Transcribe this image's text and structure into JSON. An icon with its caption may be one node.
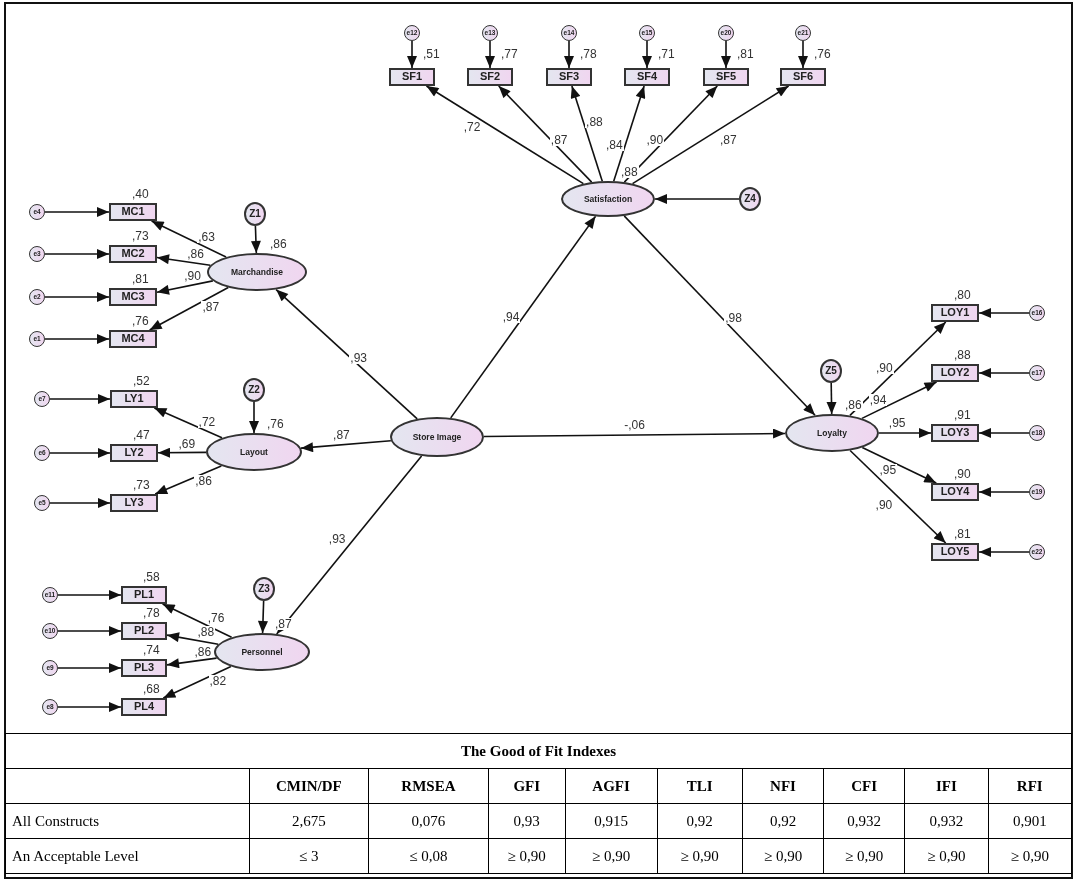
{
  "diagram": {
    "nodes": [
      {
        "text": [
          "e12"
        ]
      },
      {
        "text": [
          "e13"
        ]
      },
      {
        "text": [
          "e14"
        ]
      },
      {
        "text": [
          "e15"
        ]
      },
      {
        "text": [
          "e20"
        ]
      },
      {
        "text": [
          "e21"
        ]
      },
      {
        "text": [
          "SF1"
        ],
        "beside": [
          ",51"
        ]
      },
      {
        "text": [
          "SF2"
        ],
        "beside": [
          ",77"
        ]
      },
      {
        "text": [
          "SF3"
        ],
        "beside": [
          ",78"
        ]
      },
      {
        "text": [
          "SF4"
        ],
        "beside": [
          ",71"
        ]
      },
      {
        "text": [
          "SF5"
        ],
        "beside": [
          ",81"
        ]
      },
      {
        "text": [
          "SF6"
        ],
        "beside": [
          ",76"
        ]
      },
      {
        "text": [
          "Satisfaction"
        ],
        "beside": [
          ",88"
        ]
      },
      {
        "text": [
          "Z4"
        ]
      },
      {
        "text": [
          "e4"
        ]
      },
      {
        "text": [
          "e3"
        ]
      },
      {
        "text": [
          "e2"
        ]
      },
      {
        "text": [
          "e1"
        ]
      },
      {
        "text": [
          "MC1"
        ],
        "beside": [
          ",40"
        ]
      },
      {
        "text": [
          "MC2"
        ],
        "beside": [
          ",73"
        ]
      },
      {
        "text": [
          "MC3"
        ],
        "beside": [
          ",81"
        ]
      },
      {
        "text": [
          "MC4"
        ],
        "beside": [
          ",76"
        ]
      },
      {
        "text": [
          "Z1"
        ]
      },
      {
        "text": [
          "Marchandise"
        ],
        "beside": [
          ",86"
        ]
      },
      {
        "text": [
          "e7"
        ]
      },
      {
        "text": [
          "e6"
        ]
      },
      {
        "text": [
          "e5"
        ]
      },
      {
        "text": [
          "LY1"
        ],
        "beside": [
          ",52"
        ]
      },
      {
        "text": [
          "LY2"
        ],
        "beside": [
          ",47"
        ]
      },
      {
        "text": [
          "LY3"
        ],
        "beside": [
          ",73"
        ]
      },
      {
        "text": [
          "Z2"
        ]
      },
      {
        "text": [
          "Layout"
        ],
        "beside": [
          ",76"
        ]
      },
      {
        "text": [
          "Store Image"
        ]
      },
      {
        "text": [
          "Loyalty"
        ],
        "beside": [
          ",86"
        ]
      },
      {
        "text": [
          "Z5"
        ]
      },
      {
        "text": [
          "LOY1"
        ],
        "beside": [
          ",80"
        ]
      },
      {
        "text": [
          "LOY2"
        ],
        "beside": [
          ",88"
        ]
      },
      {
        "text": [
          "LOY3"
        ],
        "beside": [
          ",91"
        ]
      },
      {
        "text": [
          "LOY4"
        ],
        "beside": [
          ",90"
        ]
      },
      {
        "text": [
          "LOY5"
        ],
        "beside": [
          ",81"
        ]
      },
      {
        "text": [
          "e16"
        ]
      },
      {
        "text": [
          "e17"
        ]
      },
      {
        "text": [
          "e18"
        ]
      },
      {
        "text": [
          "e19"
        ]
      },
      {
        "text": [
          "e22"
        ]
      },
      {
        "text": [
          "e11"
        ]
      },
      {
        "text": [
          "e10"
        ]
      },
      {
        "text": [
          "e9"
        ]
      },
      {
        "text": [
          "e8"
        ]
      },
      {
        "text": [
          "PL1"
        ],
        "beside": [
          ",58"
        ]
      },
      {
        "text": [
          "PL2"
        ],
        "beside": [
          ",78"
        ]
      },
      {
        "text": [
          "PL3"
        ],
        "beside": [
          ",74"
        ]
      },
      {
        "text": [
          "PL4"
        ],
        "beside": [
          ",68"
        ]
      },
      {
        "text": [
          "Z3"
        ]
      },
      {
        "text": [
          "Personnel"
        ],
        "beside": [
          ",87"
        ]
      }
    ],
    "edges": [
      {
        "from": 0,
        "to": 6,
        "arrow": "to"
      },
      {
        "from": 1,
        "to": 7,
        "arrow": "to"
      },
      {
        "from": 2,
        "to": 8,
        "arrow": "to"
      },
      {
        "from": 3,
        "to": 9,
        "arrow": "to"
      },
      {
        "from": 4,
        "to": 10,
        "arrow": "to"
      },
      {
        "from": 5,
        "to": 11,
        "arrow": "to"
      },
      {
        "from": 12,
        "to": 6,
        "arrow": "to",
        "label": ",72"
      },
      {
        "from": 12,
        "to": 7,
        "arrow": "to",
        "label": ",87"
      },
      {
        "from": 12,
        "to": 8,
        "arrow": "to",
        "label": ",88"
      },
      {
        "from": 12,
        "to": 9,
        "arrow": "to",
        "label": ",84"
      },
      {
        "from": 12,
        "to": 10,
        "arrow": "to",
        "label": ",90"
      },
      {
        "from": 12,
        "to": 11,
        "arrow": "to",
        "label": ",87"
      },
      {
        "from": 13,
        "to": 12,
        "arrow": "to"
      },
      {
        "from": 14,
        "to": 18,
        "arrow": "to"
      },
      {
        "from": 15,
        "to": 19,
        "arrow": "to"
      },
      {
        "from": 16,
        "to": 20,
        "arrow": "to"
      },
      {
        "from": 17,
        "to": 21,
        "arrow": "to"
      },
      {
        "from": 23,
        "to": 18,
        "arrow": "to",
        "label": ",63"
      },
      {
        "from": 23,
        "to": 19,
        "arrow": "to",
        "label": ",86"
      },
      {
        "from": 23,
        "to": 20,
        "arrow": "to",
        "label": ",90"
      },
      {
        "from": 23,
        "to": 21,
        "arrow": "to",
        "label": ",87"
      },
      {
        "from": 22,
        "to": 23,
        "arrow": "to"
      },
      {
        "from": 24,
        "to": 27,
        "arrow": "to"
      },
      {
        "from": 25,
        "to": 28,
        "arrow": "to"
      },
      {
        "from": 26,
        "to": 29,
        "arrow": "to"
      },
      {
        "from": 31,
        "to": 27,
        "arrow": "to",
        "label": ",72"
      },
      {
        "from": 31,
        "to": 28,
        "arrow": "to",
        "label": ",69"
      },
      {
        "from": 31,
        "to": 29,
        "arrow": "to",
        "label": ",86"
      },
      {
        "from": 30,
        "to": 31,
        "arrow": "to"
      },
      {
        "from": 32,
        "to": 23,
        "arrow": "to",
        "label": ",93"
      },
      {
        "from": 32,
        "to": 31,
        "arrow": "to",
        "label": ",87"
      },
      {
        "from": 32,
        "to": 12,
        "arrow": "to",
        "label": ",94"
      },
      {
        "from": 32,
        "to": 54,
        "arrow": "to",
        "label": ",93"
      },
      {
        "from": 32,
        "to": 33,
        "arrow": "to",
        "label": "-,06"
      },
      {
        "from": 12,
        "to": 33,
        "arrow": "to",
        "label": ",98"
      },
      {
        "from": 34,
        "to": 33,
        "arrow": "to"
      },
      {
        "from": 33,
        "to": 35,
        "arrow": "to",
        "label": ",90"
      },
      {
        "from": 33,
        "to": 36,
        "arrow": "to",
        "label": ",94"
      },
      {
        "from": 33,
        "to": 37,
        "arrow": "to",
        "label": ",95"
      },
      {
        "from": 33,
        "to": 38,
        "arrow": "to",
        "label": ",95"
      },
      {
        "from": 33,
        "to": 39,
        "arrow": "to",
        "label": ",90"
      },
      {
        "from": 40,
        "to": 35,
        "arrow": "to"
      },
      {
        "from": 41,
        "to": 36,
        "arrow": "to"
      },
      {
        "from": 42,
        "to": 37,
        "arrow": "to"
      },
      {
        "from": 43,
        "to": 38,
        "arrow": "to"
      },
      {
        "from": 44,
        "to": 39,
        "arrow": "to"
      },
      {
        "from": 45,
        "to": 49,
        "arrow": "to"
      },
      {
        "from": 46,
        "to": 50,
        "arrow": "to"
      },
      {
        "from": 47,
        "to": 51,
        "arrow": "to"
      },
      {
        "from": 48,
        "to": 52,
        "arrow": "to"
      },
      {
        "from": 54,
        "to": 49,
        "arrow": "to",
        "label": ",76"
      },
      {
        "from": 54,
        "to": 50,
        "arrow": "to",
        "label": ",88"
      },
      {
        "from": 54,
        "to": 51,
        "arrow": "to",
        "label": ",86"
      },
      {
        "from": 54,
        "to": 52,
        "arrow": "to",
        "label": ",82"
      },
      {
        "from": 53,
        "to": 54,
        "arrow": "to"
      }
    ],
    "labels": [
      "The Good of Fit Indexes",
      "CMIN/DF",
      "RMSEA",
      "GFI",
      "AGFI",
      "TLI",
      "NFI",
      "CFI",
      "IFI",
      "RFI",
      "All Constructs",
      "2,675",
      "0,076",
      "0,93",
      "0,915",
      "0,92",
      "0,92",
      "0,932",
      "0,932",
      "0,901",
      "An Acceptable Level",
      "≤ 3",
      "≤ 0,08",
      "≥ 0,90",
      "≥ 0,90",
      "≥ 0,90",
      "≥ 0,90",
      "≥ 0,90",
      "≥ 0,90",
      "≥ 0,90"
    ]
  }
}
